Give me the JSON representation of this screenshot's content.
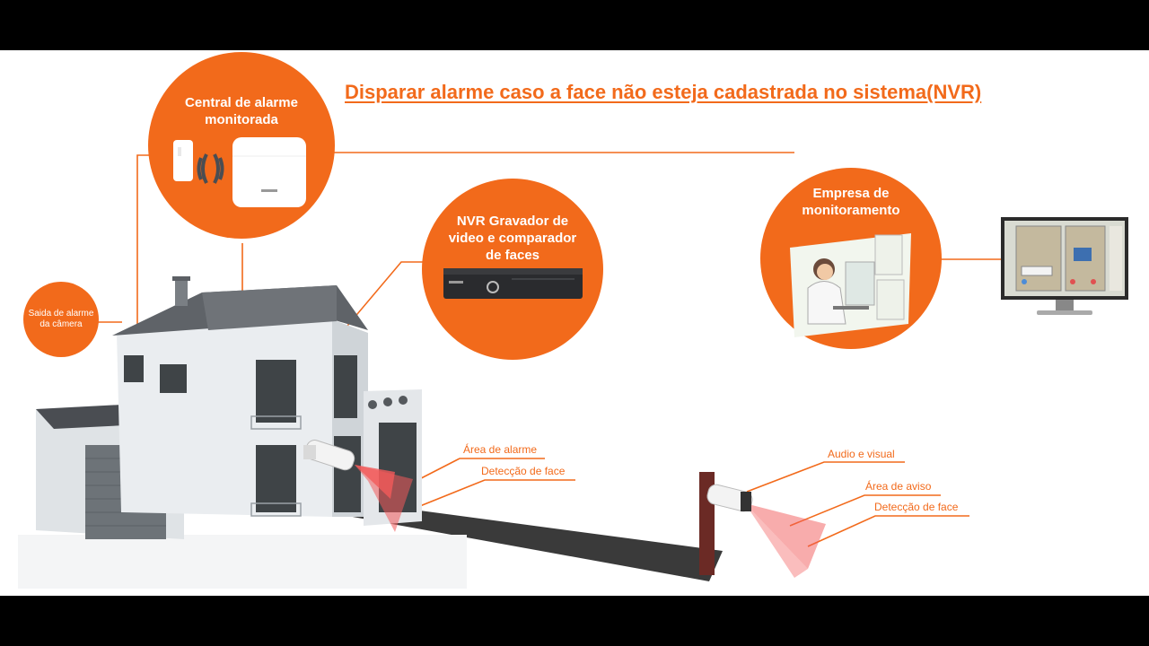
{
  "title": "Disparar alarme caso a face não esteja cadastrada no sistema(NVR)",
  "nodes": {
    "alarm_central": "Central de alarme monitorada",
    "camera_alarm_output": "Saida de alarme da câmera",
    "nvr": "NVR Gravador de video e comparador de faces",
    "monitoring_company": "Empresa de monitoramento"
  },
  "annotations": {
    "house_alarm_area": "Área de alarme",
    "house_face_detection": "Detecção de face",
    "post_audio_visual": "Audio e visual",
    "post_warning_area": "Área de aviso",
    "post_face_detection": "Detecção de face"
  },
  "colors": {
    "accent": "#f26a1b",
    "detection_zone": "#f25a5a",
    "wall": "#e9ecef",
    "roof": "#5f6368"
  }
}
